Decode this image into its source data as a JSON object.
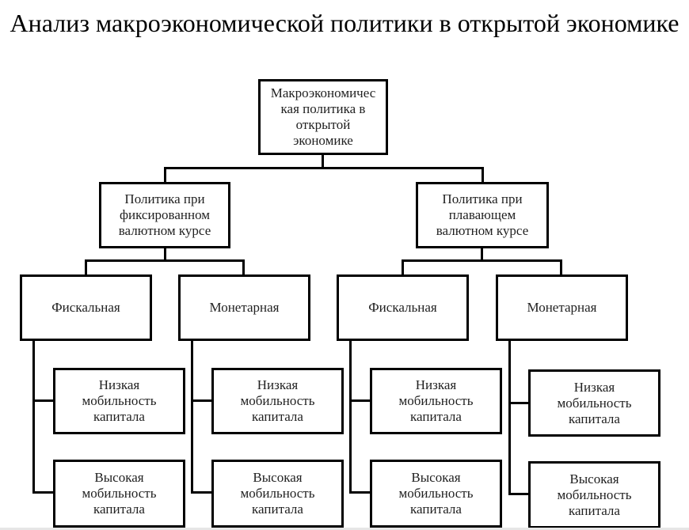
{
  "title": "Анализ макроэкономической политики в открытой экономике",
  "diagram": {
    "root": {
      "label": "Макроэкономическая политика в открытой экономике",
      "lines": [
        "Макроэкономичес",
        "кая политика в",
        "открытой",
        "экономике"
      ]
    },
    "branches": [
      {
        "label": "Политика при фиксированном валютном курсе",
        "lines": [
          "Политика при",
          "фиксированном",
          "валютном курсе"
        ],
        "children": [
          {
            "label": "Фискальная",
            "children": [
              {
                "lines": [
                  "Низкая",
                  "мобильность",
                  "капитала"
                ]
              },
              {
                "lines": [
                  "Высокая",
                  "мобильность",
                  "капитала"
                ]
              }
            ]
          },
          {
            "label": "Монетарная",
            "children": [
              {
                "lines": [
                  "Низкая",
                  "мобильность",
                  "капитала"
                ]
              },
              {
                "lines": [
                  "Высокая",
                  "мобильность",
                  "капитала"
                ]
              }
            ]
          }
        ]
      },
      {
        "label": "Политика при плавающем валютном курсе",
        "lines": [
          "Политика при",
          "плавающем",
          "валютном курсе"
        ],
        "children": [
          {
            "label": "Фискальная",
            "children": [
              {
                "lines": [
                  "Низкая",
                  "мобильность",
                  "капитала"
                ]
              },
              {
                "lines": [
                  "Высокая",
                  "мобильность",
                  "капитала"
                ]
              }
            ]
          },
          {
            "label": "Монетарная",
            "children": [
              {
                "lines": [
                  "Низкая",
                  "мобильность",
                  "капитала"
                ]
              },
              {
                "lines": [
                  "Высокая",
                  "мобильность",
                  "капитала"
                ]
              }
            ]
          }
        ]
      }
    ]
  }
}
